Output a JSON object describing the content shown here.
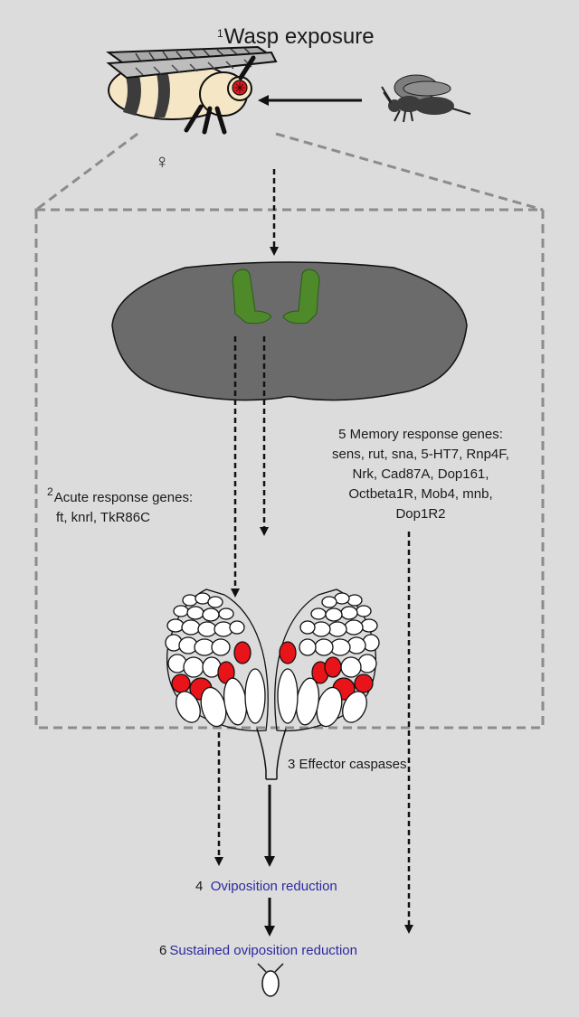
{
  "step1": {
    "number": "1",
    "text": "Wasp exposure"
  },
  "female_symbol": "♀",
  "step2": {
    "number": "2",
    "title": "Acute response genes:",
    "genes": "ft, knrl, TkR86C"
  },
  "step5": {
    "number": "5",
    "title": "Memory response genes:",
    "lines": [
      "sens, rut, sna, 5-HT7, Rnp4F,",
      "Nrk, Cad87A, Dop161,",
      "Octbeta1R, Mob4, mnb,",
      "Dop1R2"
    ]
  },
  "step3": {
    "number": "3",
    "text": "Effector caspases"
  },
  "step4": {
    "number": "4",
    "text": "Oviposition reduction"
  },
  "step6": {
    "number": "6",
    "text": "Sustained oviposition reduction"
  },
  "colors": {
    "background": "#dcdcdc",
    "brain": "#6b6b6b",
    "mushroom_body": "#4f8a2a",
    "apoptotic_egg_chamber": "#e8141a",
    "outcome_text": "#2a2aa0",
    "fly_body": "#f5e6c6",
    "wasp": "#3c3c3c"
  },
  "icons": [
    "female-fly-icon",
    "wasp-icon",
    "female-symbol-icon",
    "brain-icon",
    "mushroom-body-icon",
    "ovary-icon",
    "egg-icon"
  ]
}
